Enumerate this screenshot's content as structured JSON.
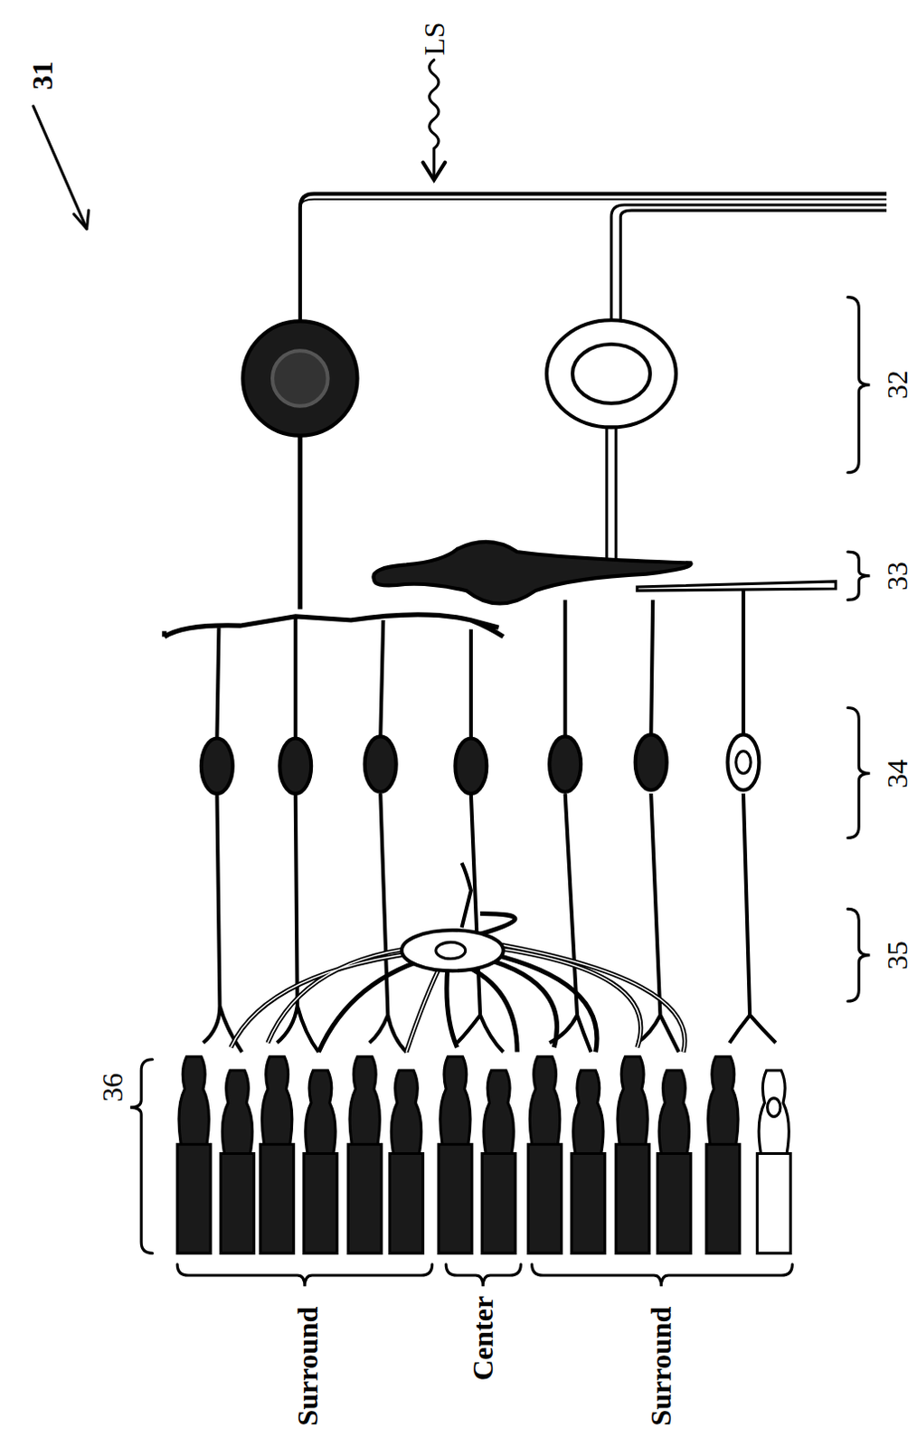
{
  "diagram": {
    "labels": [
      "31",
      "LS",
      "32",
      "33",
      "34",
      "35",
      "36",
      "Surround",
      "Center",
      "Surround"
    ]
  }
}
